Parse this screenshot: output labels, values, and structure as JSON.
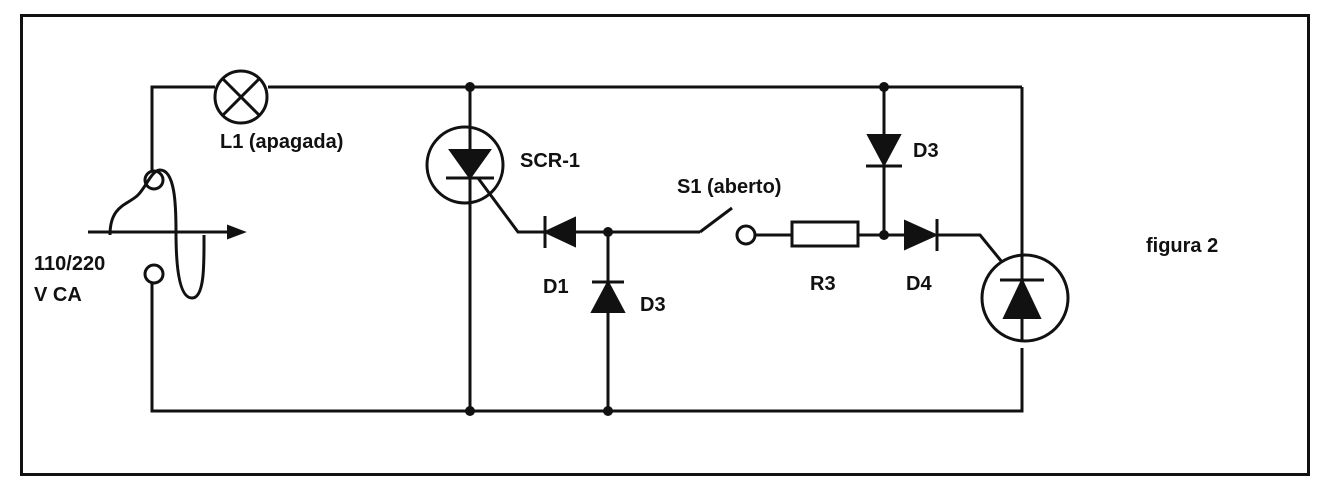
{
  "labels": {
    "l1": "L1 (apagada)",
    "scr1": "SCR-1",
    "s1": "S1 (aberto)",
    "d3_top": "D3",
    "d1": "D1",
    "d3_mid": "D3",
    "r3": "R3",
    "d4": "D4",
    "source_voltage": "110/220",
    "source_type": "V CA",
    "figure": "figura 2"
  },
  "colors": {
    "ink": "#111111",
    "background": "#ffffff"
  }
}
